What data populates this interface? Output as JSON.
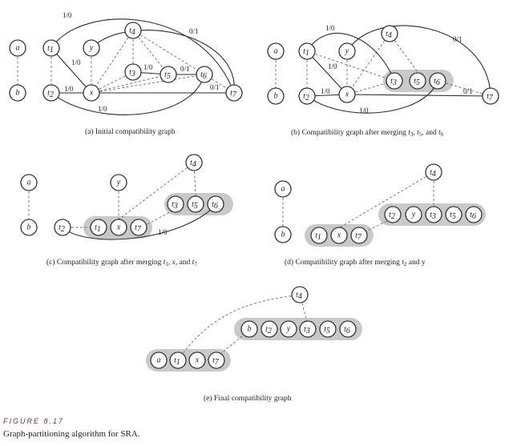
{
  "panels": {
    "a": {
      "caption": "(a)  Initial compatibility graph",
      "edge_labels": {
        "t1_t7_top": "1/0",
        "y_t7_top": "0/1",
        "t1_x": "1/0",
        "t3_t5": "1/0",
        "t5_t6": "0/1",
        "t2_x": "1/0",
        "x_t7": "0/1",
        "t2_t6_bottom": "1/0"
      }
    },
    "b": {
      "caption_parts": [
        "(b)  Compatibility graph after merging ",
        "t",
        "3",
        ", ",
        "t",
        "5",
        ", and ",
        "t",
        "6"
      ],
      "edge_labels": {
        "t1_top": "1/0",
        "t1_x": "1/0",
        "y_t7_top": "0/1",
        "t2_x": "1/0",
        "x_t7": "0/1",
        "t2_group_bottom": "1/0"
      }
    },
    "c": {
      "caption_parts": [
        "(c)  Compatibility graph after merging ",
        "t",
        "1",
        ", ",
        "x",
        "",
        ", and ",
        "t",
        "7"
      ],
      "edge_labels": {
        "t2_group_bottom": "1/0"
      }
    },
    "d": {
      "caption_parts": [
        "(d)  Compatibility graph after merging ",
        "t",
        "2",
        " and y",
        "",
        "",
        "",
        "",
        ""
      ]
    },
    "e": {
      "caption": "(e)  Final compatibility graph"
    }
  },
  "figure": {
    "label": "FIGURE 8.17",
    "title": "Graph-partitioning algorithm for SRA."
  },
  "node_labels": {
    "a": "a",
    "b": "b",
    "x": "x",
    "y": "y",
    "t1": [
      "t",
      "1"
    ],
    "t2": [
      "t",
      "2"
    ],
    "t3": [
      "t",
      "3"
    ],
    "t4": [
      "t",
      "4"
    ],
    "t5": [
      "t",
      "5"
    ],
    "t6": [
      "t",
      "6"
    ],
    "t7": [
      "t",
      "7"
    ]
  },
  "colors": {
    "merge_group": "#c9c9c9",
    "figure_label": "#7a2e2e"
  }
}
